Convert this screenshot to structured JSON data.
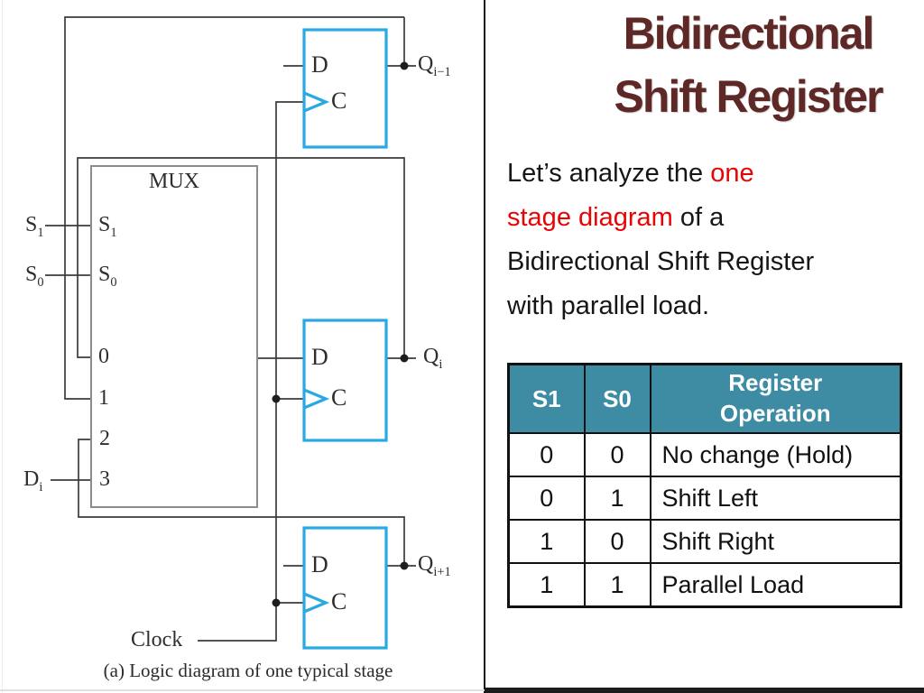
{
  "slide": {
    "title_line1": "Bidirectional",
    "title_line2": "Shift Register",
    "colors": {
      "title_maroon": "#5d2825",
      "accent_red": "#e60505",
      "table_header_teal": "#3e8ca3",
      "flipflop_cyan": "#29a9e1",
      "wire_dark": "#3b3b3b",
      "mux_gray": "#8c8c8c"
    }
  },
  "intro": {
    "runs": [
      {
        "text": "Let’s analyze the ",
        "style": "black"
      },
      {
        "text": "one stage diagram",
        "style": "red"
      },
      {
        "text": " of a Bidirectional Shift Register with parallel load.",
        "style": "black"
      }
    ]
  },
  "table": {
    "headers": [
      "S1",
      "S0",
      "Register Operation"
    ],
    "rows": [
      [
        "0",
        "0",
        "No change (Hold)"
      ],
      [
        "0",
        "1",
        "Shift Left"
      ],
      [
        "1",
        "0",
        "Shift Right"
      ],
      [
        "1",
        "1",
        "Parallel Load"
      ]
    ]
  },
  "diagram": {
    "external_inputs": {
      "s1": {
        "base": "S",
        "sub": "1"
      },
      "s0": {
        "base": "S",
        "sub": "0"
      },
      "di": {
        "base": "D",
        "sub": "i"
      },
      "clock": "Clock"
    },
    "mux": {
      "label": "MUX",
      "select_inputs": [
        {
          "base": "S",
          "sub": "1"
        },
        {
          "base": "S",
          "sub": "0"
        }
      ],
      "data_inputs": [
        "0",
        "1",
        "2",
        "3"
      ]
    },
    "flipflop": {
      "d_label": "D",
      "c_label": "C"
    },
    "outputs": {
      "q_prev": {
        "base": "Q",
        "sub": "i−1"
      },
      "q_cur": {
        "base": "Q",
        "sub": "i"
      },
      "q_next": {
        "base": "Q",
        "sub": "i+1"
      }
    },
    "caption": "(a) Logic diagram of one typical stage"
  }
}
